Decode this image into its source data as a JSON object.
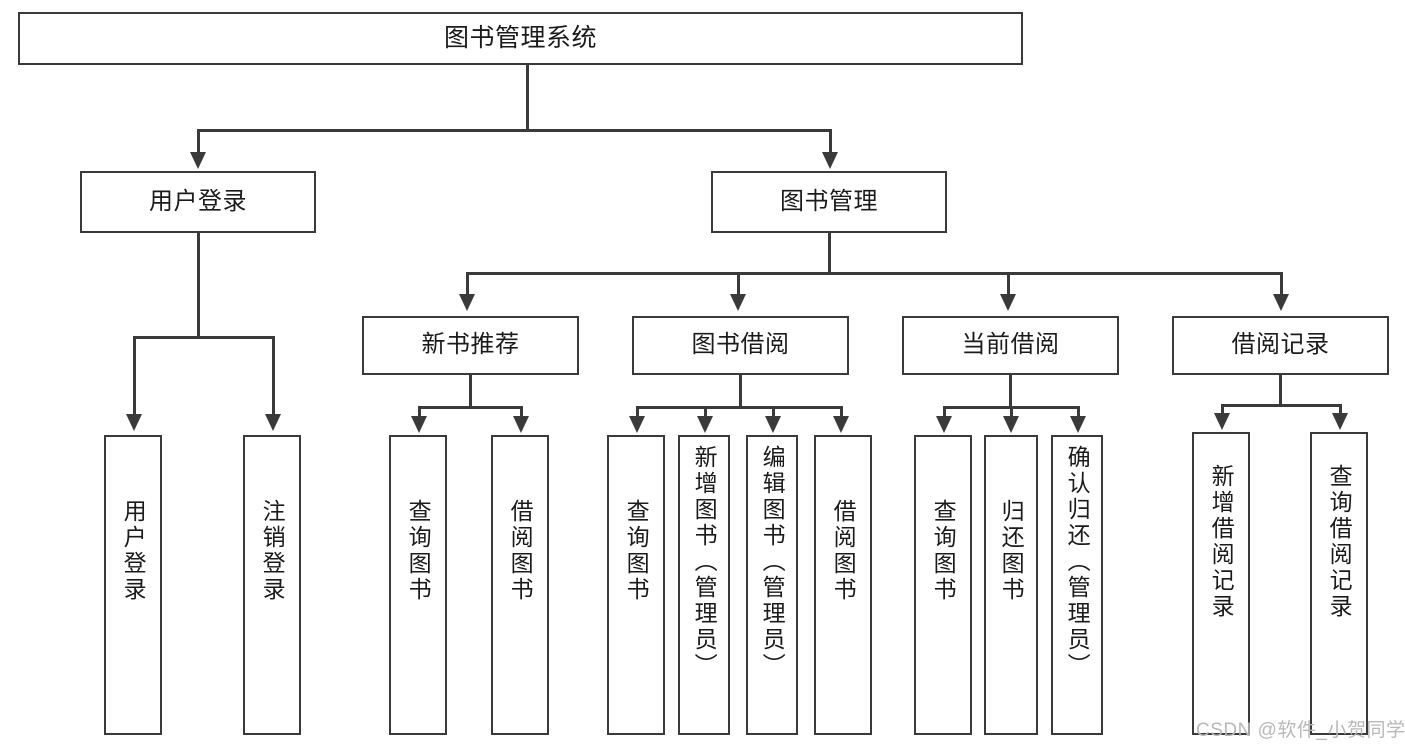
{
  "diagram": {
    "title_node": {
      "label": "图书管理系统"
    },
    "level2": [
      {
        "label": "用户登录"
      },
      {
        "label": "图书管理"
      }
    ],
    "level3": [
      {
        "label": "新书推荐"
      },
      {
        "label": "图书借阅"
      },
      {
        "label": "当前借阅"
      },
      {
        "label": "借阅记录"
      }
    ],
    "leaves": {
      "user_login": [
        {
          "label": "用户登录"
        },
        {
          "label": "注销登录"
        }
      ],
      "new_book_recommend": [
        {
          "label": "查询图书"
        },
        {
          "label": "借阅图书"
        }
      ],
      "book_borrow": [
        {
          "label": "查询图书"
        },
        {
          "label": "新增图书（管理员）"
        },
        {
          "label": "编辑图书（管理员）"
        },
        {
          "label": "借阅图书"
        }
      ],
      "current_borrow": [
        {
          "label": "查询图书"
        },
        {
          "label": "归还图书"
        },
        {
          "label": "确认归还（管理员）"
        }
      ],
      "borrow_record": [
        {
          "label": "新增借阅记录"
        },
        {
          "label": "查询借阅记录"
        }
      ]
    }
  },
  "watermark": {
    "text": "CSDN @软件_小贺同学"
  },
  "colors": {
    "stroke": "#3a3a3a",
    "background": "#ffffff",
    "text": "#1b1b1b",
    "watermark": "#b8b8b8"
  }
}
